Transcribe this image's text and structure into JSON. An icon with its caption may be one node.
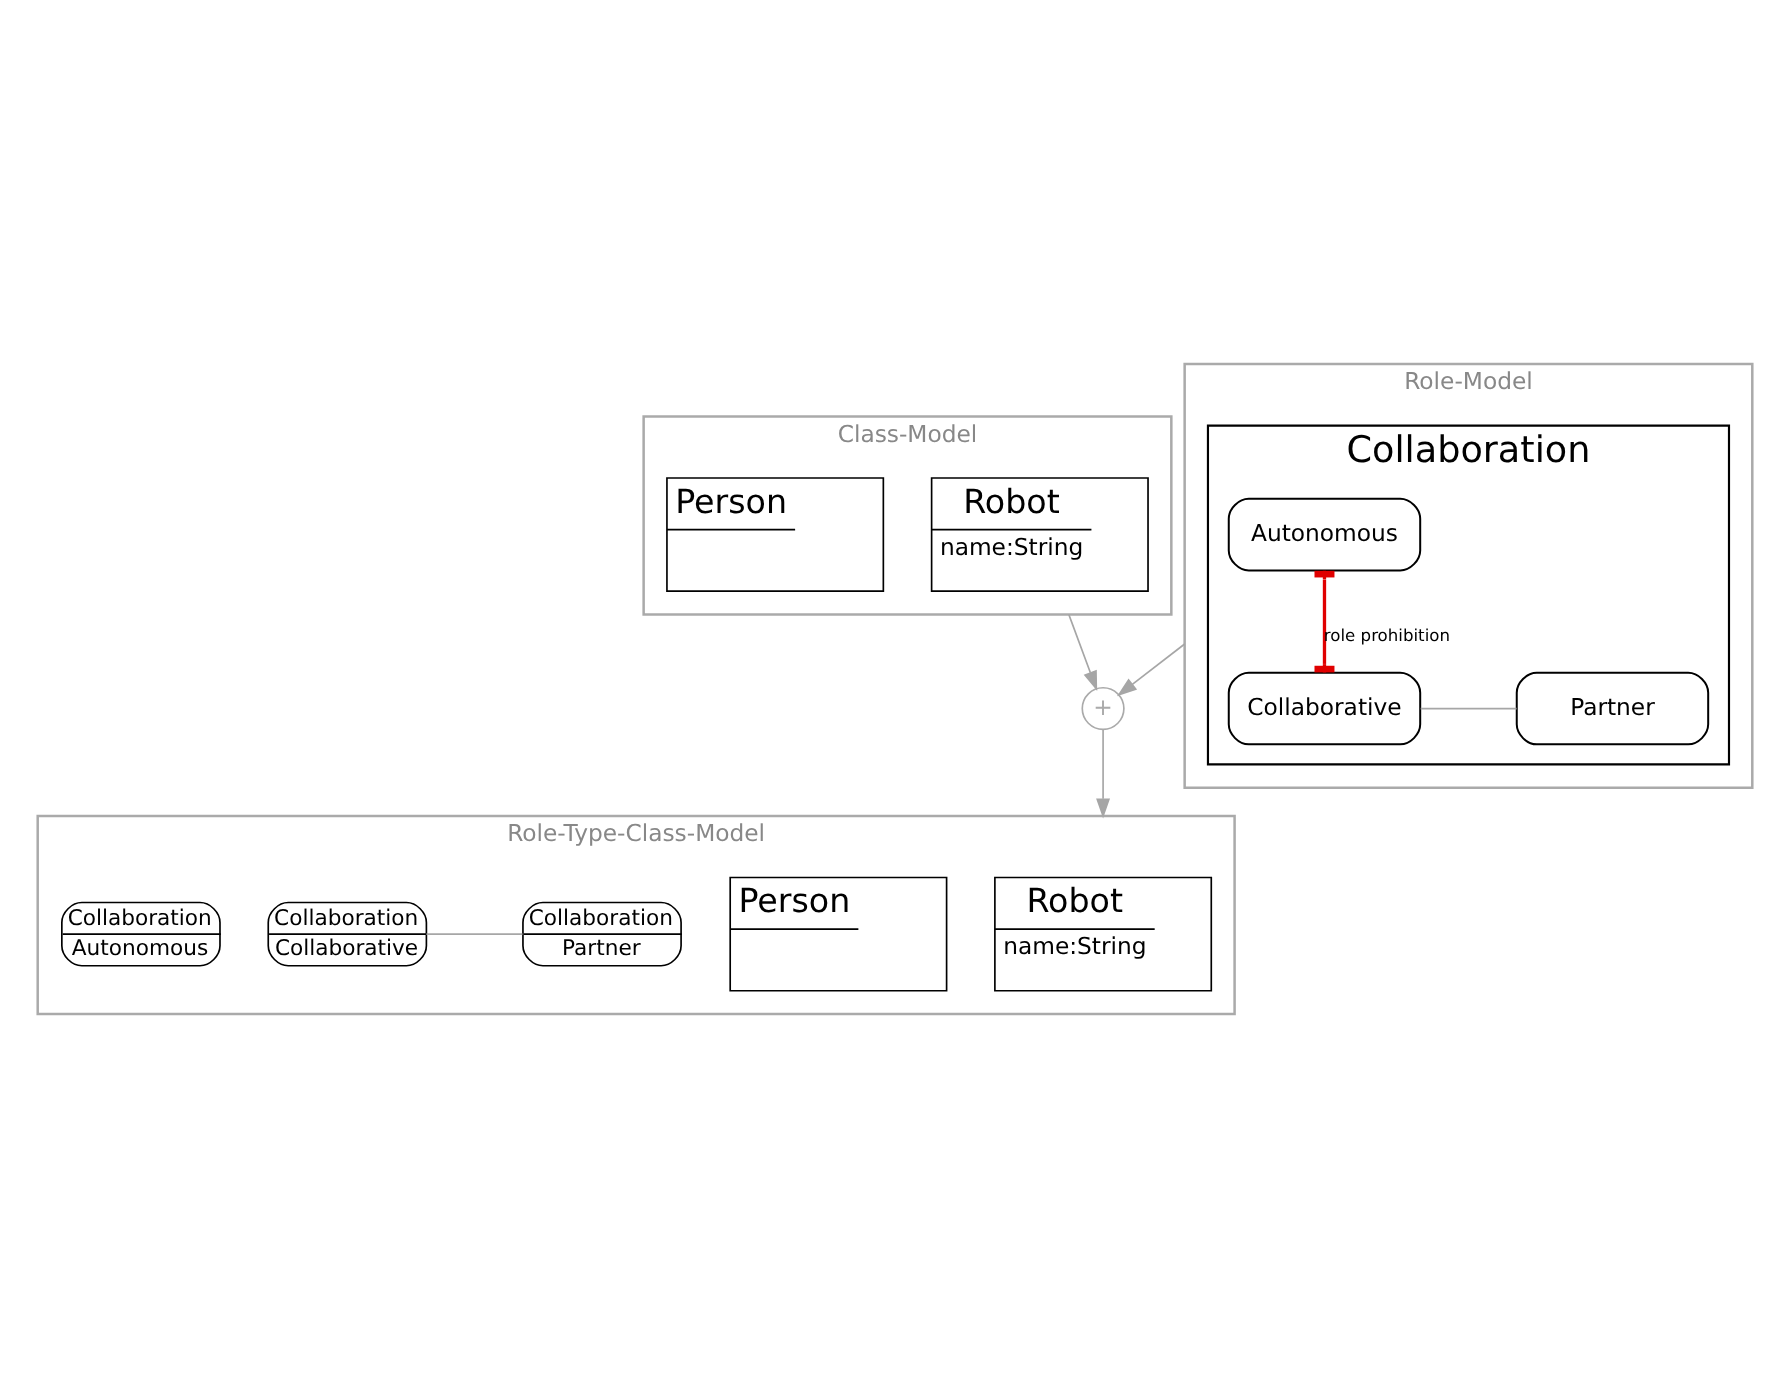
{
  "diagram": {
    "nodes": [
      {
        "text": [
          "Class-Model"
        ]
      },
      {
        "text": [
          "Robot",
          "name:String"
        ],
        "in": 0
      },
      {
        "text": [
          "Person"
        ],
        "in": 0
      },
      {
        "text": [
          "Role-Model"
        ]
      },
      {
        "text": [
          "Collaboration"
        ],
        "in": 3
      },
      {
        "text": [
          "Autonomous"
        ],
        "in": 4
      },
      {
        "text": [
          "Collaborative"
        ],
        "in": 4
      },
      {
        "text": [
          "Partner"
        ],
        "in": 4
      },
      {
        "text": [
          "+"
        ]
      },
      {
        "text": [
          "Role-Type-Class-Model"
        ]
      },
      {
        "text": [
          "Robot",
          "name:String"
        ],
        "in": 9
      },
      {
        "text": [
          "Person"
        ],
        "in": 9
      },
      {
        "text": [
          "Collaboration",
          "Collaborative"
        ],
        "in": 9
      },
      {
        "text": [
          "Collaboration",
          "Partner"
        ],
        "in": 9
      },
      {
        "text": [
          "Collaboration",
          "Autonomous"
        ],
        "in": 9
      }
    ],
    "edges": [
      {
        "from": 0,
        "to": 8,
        "arrow": "to"
      },
      {
        "from": 3,
        "to": 8,
        "arrow": "to"
      },
      {
        "from": 8,
        "to": 9,
        "arrow": "to"
      },
      {
        "from": 5,
        "to": 6,
        "arrow": "other",
        "label": "role prohibition",
        "color": "#e00000"
      },
      {
        "from": 6,
        "to": 7,
        "arrow": "none"
      },
      {
        "from": 12,
        "to": 13,
        "arrow": "none"
      }
    ]
  }
}
